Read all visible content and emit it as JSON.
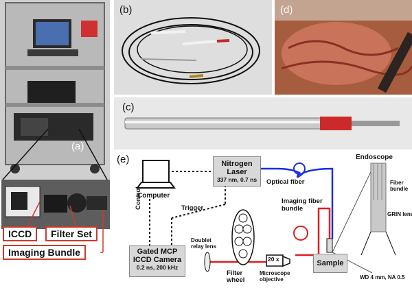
{
  "panels": {
    "a": {
      "label": "(a)"
    },
    "b": {
      "label": "(b)"
    },
    "c": {
      "label": "(c)"
    },
    "d": {
      "label": "(d)"
    },
    "e": {
      "label": "(e)"
    }
  },
  "callouts": {
    "iccd": "ICCD",
    "filter_set": "Filter Set",
    "imaging_bundle": "Imaging Bundle"
  },
  "diagram": {
    "laser": {
      "name": "Nitrogen Laser",
      "spec": "337 nm, 0.7 ns"
    },
    "computer": "Computer",
    "camera": {
      "name": "Gated MCP ICCD Camera",
      "spec": "0.2 ns, 200 kHz"
    },
    "optical_fiber": "Optical fiber",
    "imaging_fiber_bundle": "Imaging fiber bundle",
    "trigger": "Trigger",
    "control": "Control",
    "doublet_relay_lens": "Doublet relay lens",
    "filter_wheel": "Filter wheel",
    "objective_mag": "20 x",
    "microscope_objective": "Microscope objective",
    "sample": "Sample",
    "endoscope": "Endoscope",
    "fiber_bundle": "Fiber bundle",
    "grin_lens": "GRIN lens",
    "wd_na": "WD 4 mm, NA 0.5"
  },
  "colors": {
    "callout_border": "#cc3a2a",
    "excitation_fiber": "#1a2ee0",
    "emission_path": "#e01e1e"
  }
}
